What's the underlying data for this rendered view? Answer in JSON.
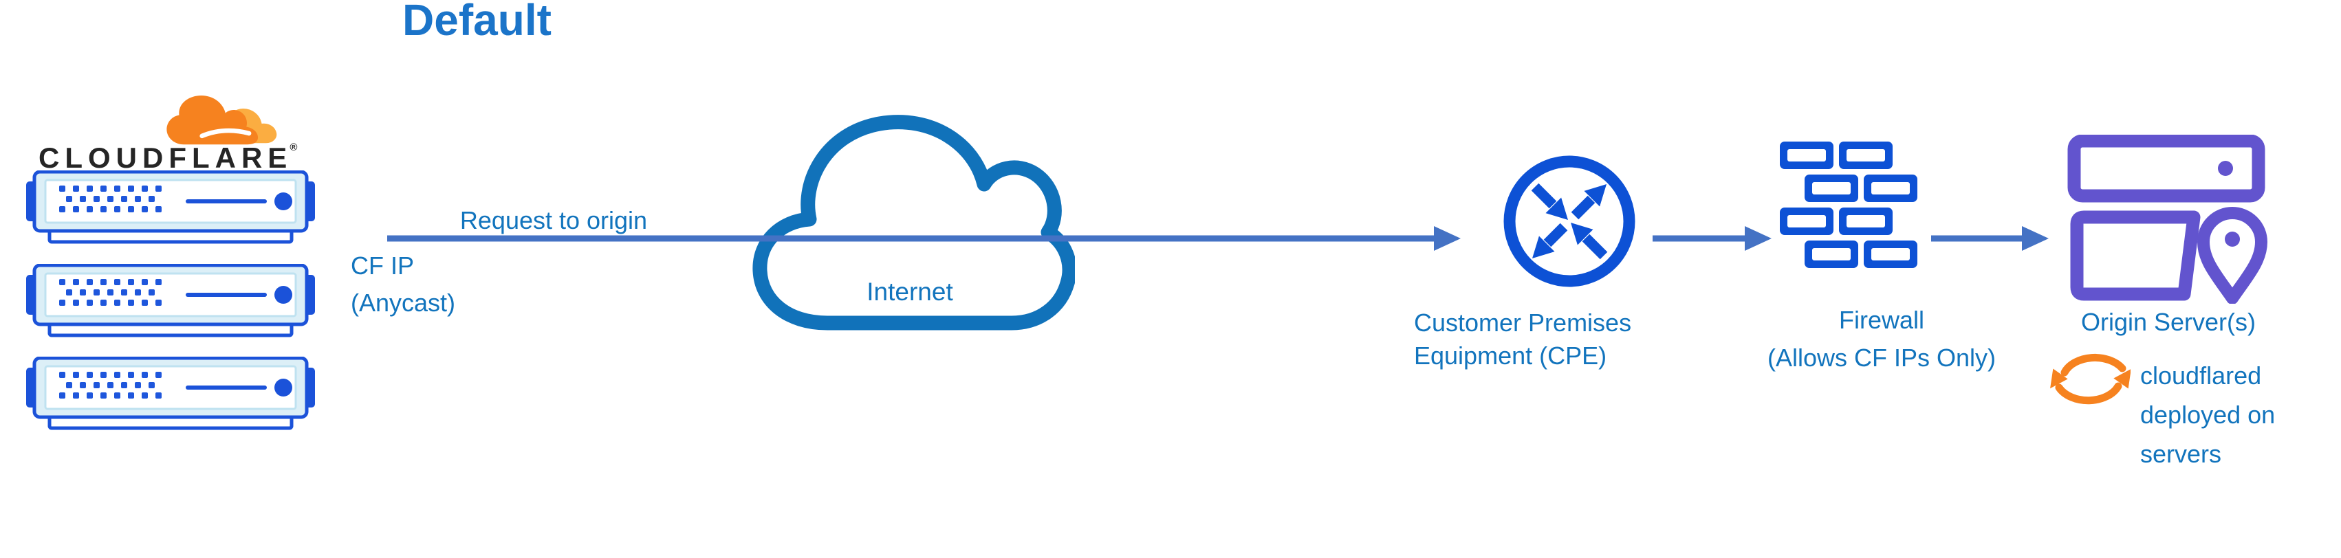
{
  "title": "Default",
  "logo": {
    "wordmark": "CLOUDFLARE",
    "registered_mark": "®"
  },
  "flow": {
    "request_label": "Request to origin",
    "cf_ip_lines": [
      "CF IP",
      "(Anycast)"
    ],
    "internet_label": "Internet",
    "cpe_label_lines": [
      "Customer Premises",
      "Equipment (CPE)"
    ],
    "firewall_label_lines": [
      "Firewall",
      "(Allows CF IPs Only)"
    ],
    "origin_label": "Origin Server(s)",
    "origin_note_lines": [
      "cloudflared",
      "deployed on",
      "servers"
    ]
  },
  "icons": {
    "logo_cloud": "cloudflare-logo-cloud-icon",
    "edge_servers": "server-rack-icon",
    "internet": "internet-cloud-icon",
    "cpe": "router-crossing-arrows-icon",
    "firewall": "firewall-brick-wall-icon",
    "origin": "origin-servers-location-pin-icon",
    "cloudflared": "sync-refresh-icon",
    "connectors": "arrow-right-icon"
  },
  "colors": {
    "title_blue": "#1B74C9",
    "label_blue": "#1274BD",
    "arrow_blue": "#4472C4",
    "internet_cloud_blue": "#1172BA",
    "device_blue": "#0D51D5",
    "server_blue": "#1B52D9",
    "server_fill_light": "#DCEFF7",
    "origin_purple": "#6254CE",
    "cloudflare_orange": "#F6821F",
    "cloudflare_orange_light": "#FBAD41",
    "wordmark_black": "#252525"
  }
}
